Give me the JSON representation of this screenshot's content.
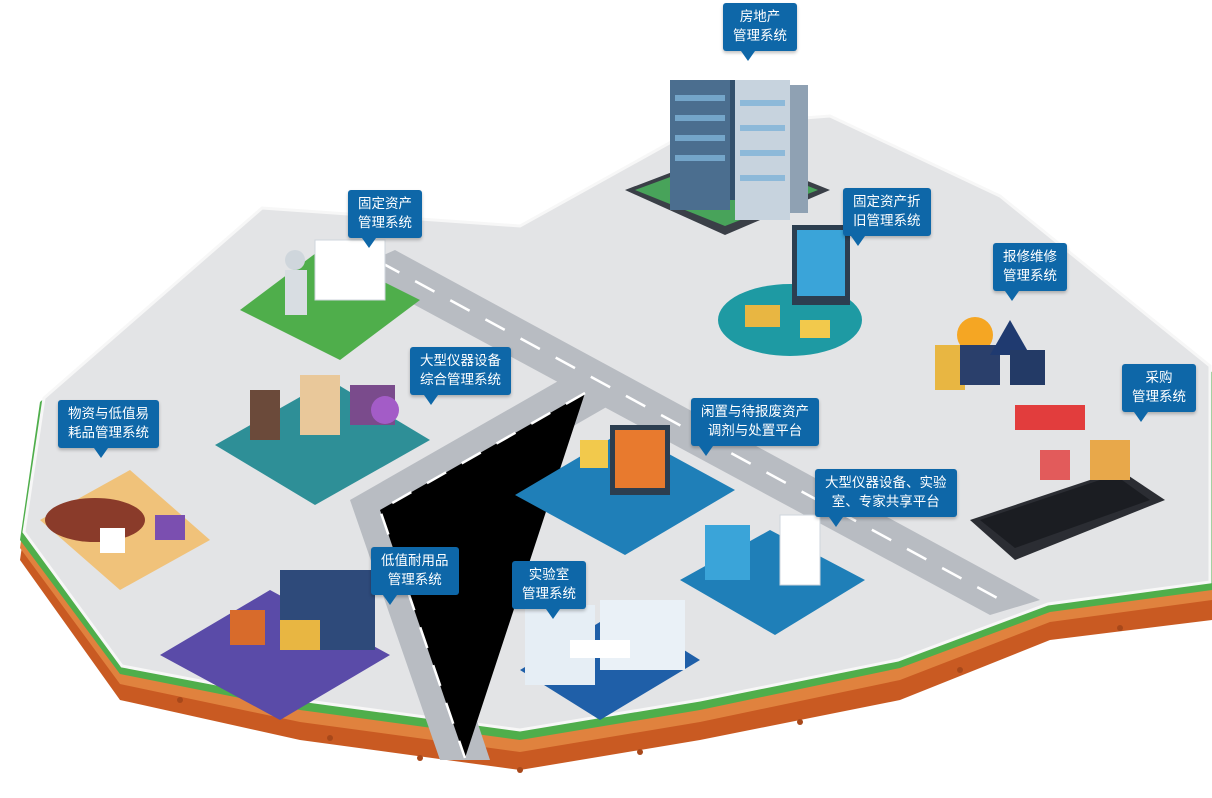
{
  "callouts": {
    "real_estate": {
      "lines": [
        "房地产",
        "管理系统"
      ]
    },
    "fixed_assets": {
      "lines": [
        "固定资产",
        "管理系统"
      ]
    },
    "depreciation": {
      "lines": [
        "固定资产折",
        "旧管理系统"
      ]
    },
    "repair": {
      "lines": [
        "报修维修",
        "管理系统"
      ]
    },
    "large_instruments": {
      "lines": [
        "大型仪器设备",
        "综合管理系统"
      ]
    },
    "materials": {
      "lines": [
        "物资与低值易",
        "耗品管理系统"
      ]
    },
    "idle_assets": {
      "lines": [
        "闲置与待报废资产",
        "调剂与处置平台"
      ]
    },
    "procurement": {
      "lines": [
        "采购",
        "管理系统"
      ]
    },
    "sharing_platform": {
      "lines": [
        "大型仪器设备、实验",
        "室、专家共享平台"
      ]
    },
    "durable_goods": {
      "lines": [
        "低值耐用品",
        "管理系统"
      ]
    },
    "laboratory": {
      "lines": [
        "实验室",
        "管理系统"
      ]
    }
  },
  "colors": {
    "callout_bg": "#0e67a8",
    "ground": "#e3e4e6",
    "road": "#b8bcc2",
    "soil": "#d9672a",
    "grass": "#4fae4b"
  }
}
